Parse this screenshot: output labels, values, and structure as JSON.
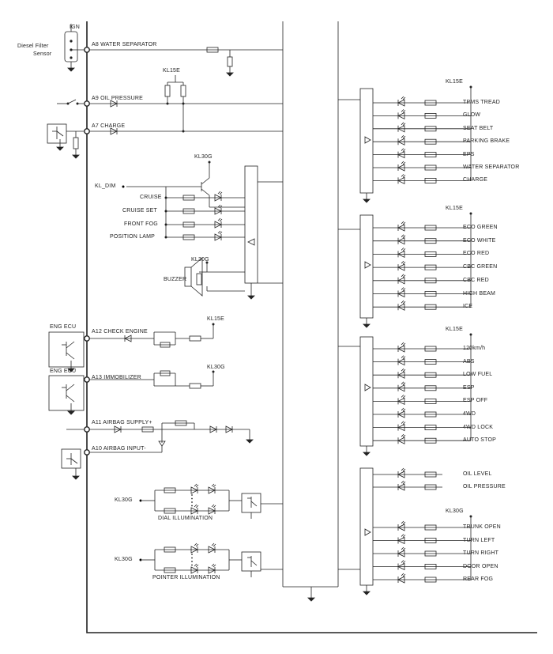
{
  "labels": {
    "ign": "IGN",
    "diesel_filter_sensor_l1": "Diesel Filter",
    "diesel_filter_sensor_l2": "Sensor",
    "a8": "A8 WATER SEPARATOR",
    "a9": "A9 OIL PRESSURE",
    "a7": "A7 CHARGE",
    "kl15e_top": "KL15E",
    "kl30g_dim": "KL30G",
    "kl_dim": "KL_DIM",
    "cruise": "CRUISE",
    "cruise_set": "CRUISE SET",
    "front_fog": "FRONT FOG",
    "position_lamp": "POSITION LAMP",
    "kl30g_buzzer": "KL30G",
    "buzzer": "BUZZER",
    "eng_ecu_1": "ENG ECU",
    "a12": "A12 CHECK ENGINE",
    "kl15e_a12": "KL15E",
    "eng_ecu_2": "ENG ECU",
    "a13": "A13 IMMOBILIZER",
    "kl30g_a13": "KL30G",
    "a11": "A11 AIRBAG SUPPLY+",
    "a10": "A10 AIRBAG INPUT-",
    "kl30g_dial": "KL30G",
    "dial_illumination": "DIAL ILLUMINATION",
    "kl30g_pointer": "KL30G",
    "pointer_illumination": "POINTER ILLUMINATION"
  },
  "groups": [
    {
      "supply": "KL15E",
      "items": [
        "TPMS TREAD",
        "GLOW",
        "SEAT BELT",
        "PARKING BRAKE",
        "EPS",
        "WATER SEPARATOR",
        "CHARGE"
      ]
    },
    {
      "supply": "KL15E",
      "items": [
        "ECO GREEN",
        "ECO WHITE",
        "ECO RED",
        "CBC GREEN",
        "CBC RED",
        "HIGH BEAM",
        "ICE"
      ]
    },
    {
      "supply": "KL15E",
      "items": [
        "120km/h",
        "ABS",
        "LOW FUEL",
        "ESP",
        "ESP OFF",
        "4WD",
        "4WD LOCK",
        "AUTO STOP"
      ]
    },
    {
      "supply": "",
      "items": [
        "OIL LEVEL",
        "OIL PRESSURE"
      ]
    },
    {
      "supply": "KL30G",
      "items": [
        "TRUNK OPEN",
        "TURN LEFT",
        "TURN RIGHT",
        "DOOR OPEN",
        "REAR FOG"
      ]
    }
  ]
}
